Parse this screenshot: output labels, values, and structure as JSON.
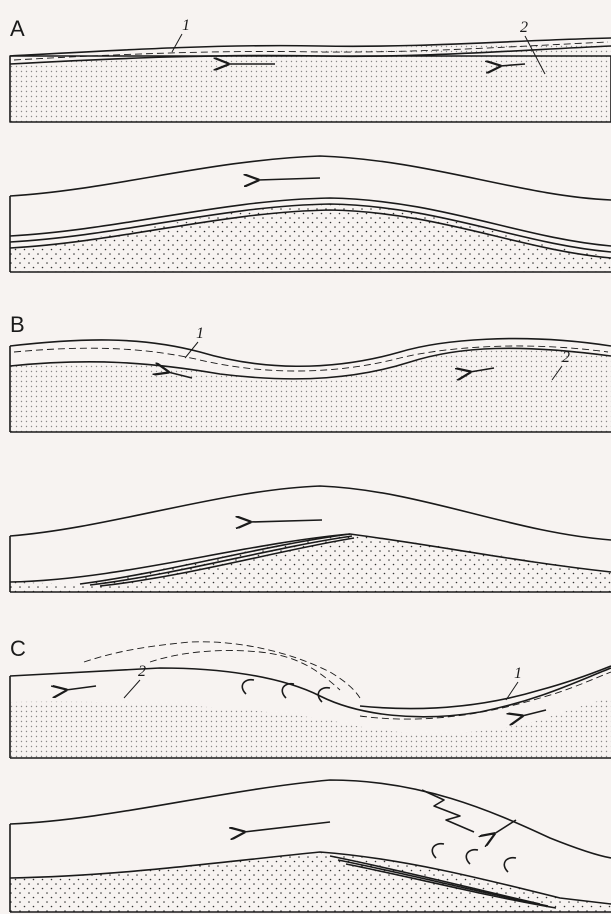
{
  "panels": [
    {
      "letter": "A",
      "labels": [
        "1",
        "2"
      ]
    },
    {
      "letter": "B",
      "labels": [
        "1",
        "2"
      ]
    },
    {
      "letter": "C",
      "labels": [
        "1",
        "2"
      ]
    }
  ]
}
